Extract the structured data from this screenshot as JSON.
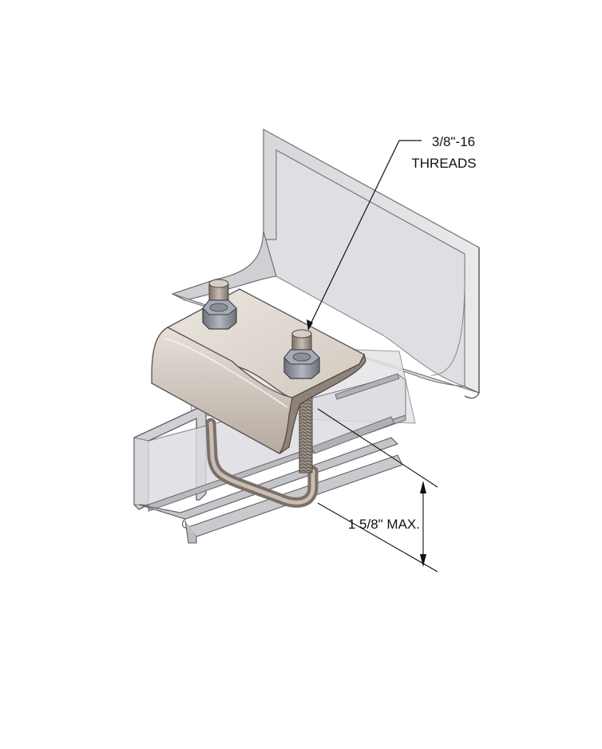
{
  "callouts": {
    "thread_spec": "3/8\"-16",
    "thread_word": "THREADS",
    "dimension": "1 5/8\" MAX."
  },
  "colors": {
    "background": "#ffffff",
    "steel_light": "#e6e6e8",
    "steel_mid": "#c9c9cd",
    "steel_dark": "#a7a7ad",
    "plate_light": "#e2dbd4",
    "plate_face": "#cfc5bb",
    "plate_dark": "#a89c91",
    "hardware": "#8a8e98",
    "outline": "#555555"
  }
}
